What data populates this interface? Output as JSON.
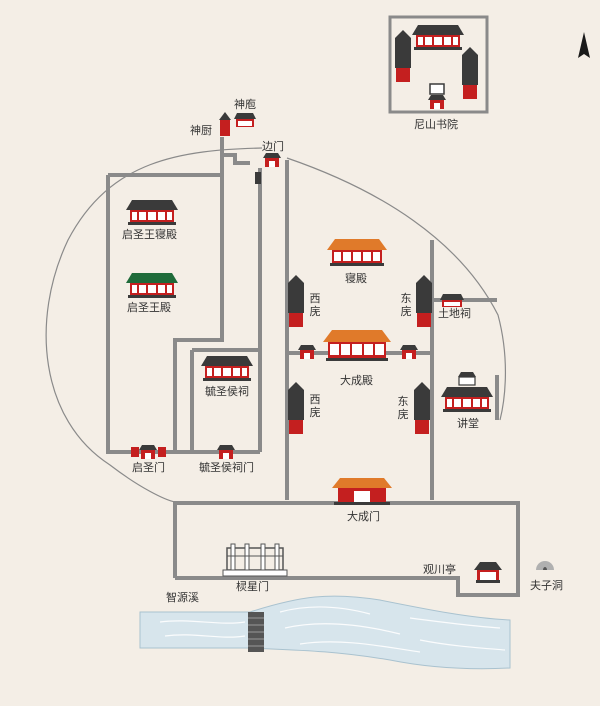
{
  "map": {
    "labels": {
      "kongzi_shuyuan": "尼山书院",
      "shenpao": "神庖",
      "shenchu": "神厨",
      "bianmen": "边门",
      "qsw_qindian": "启圣王寝殿",
      "qsw_dian": "启圣王殿",
      "yushenghou_ci": "毓圣侯祠",
      "qishengmen": "启圣门",
      "yushenghou_cimen": "毓圣侯祠门",
      "qindian": "寝殿",
      "xiwu_1": "西庑",
      "xiwu_2": "西庑",
      "dongwu_1": "东庑",
      "dongwu_2": "东庑",
      "tudici": "土地祠",
      "dachengdian": "大成殿",
      "jiangtang": "讲堂",
      "dachengmen": "大成门",
      "guanchuanting": "观川亭",
      "fuzidong": "夫子洞",
      "zhiyuanxi": "智源溪",
      "lingxingmen": "棂星门"
    },
    "colors": {
      "background": "#f4eee6",
      "wall": "#8a8a8a",
      "roof_dark": "#3a3a3a",
      "roof_orange": "#e07a2a",
      "roof_green": "#1f6b3a",
      "wall_red": "#c41f1f",
      "river": "#d7e5ec"
    },
    "icons": {
      "compass": "north-arrow-icon",
      "building": "building-icon",
      "gate": "gate-icon",
      "cave": "cave-icon",
      "bridge": "bridge-icon"
    }
  }
}
